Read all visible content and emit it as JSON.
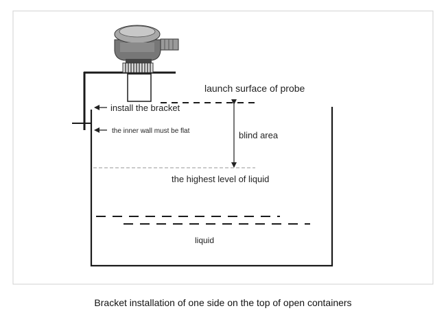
{
  "diagram": {
    "labels": {
      "launch_surface": "launch surface of probe",
      "install_bracket": "install the bracket",
      "inner_wall": "the inner wall must be flat",
      "blind_area": "blind area",
      "highest_level": "the highest level of liquid",
      "liquid": "liquid"
    },
    "caption": "Bracket installation of one side on the top of open containers"
  }
}
